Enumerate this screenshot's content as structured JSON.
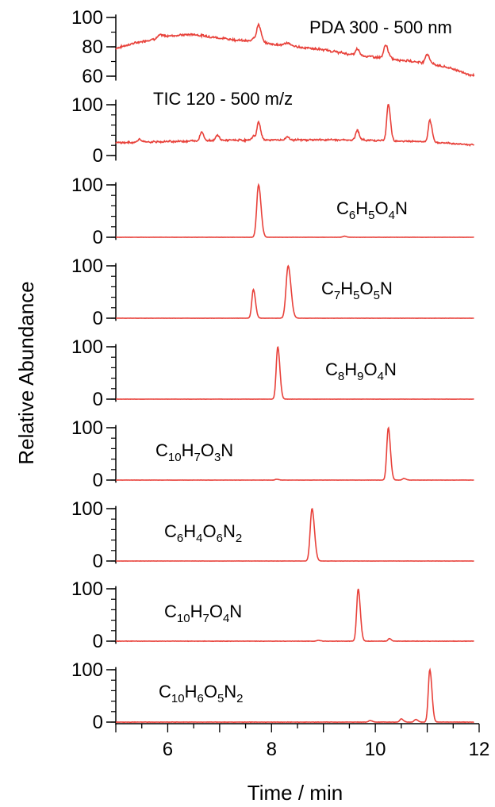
{
  "chart_data": {
    "type": "line",
    "ylabel": "Relative Abundance",
    "xlabel": "Time / min",
    "xlim": [
      5,
      12
    ],
    "x_ticks": [
      6,
      8,
      10,
      12
    ],
    "x_tick_labels": [
      "6",
      "8",
      "10",
      "12"
    ],
    "color": "#e8413a",
    "panels": [
      {
        "label": [
          {
            "t": "PDA 300 - 500 nm"
          }
        ],
        "ylim": [
          57,
          102
        ],
        "yticks": [
          60,
          80,
          100
        ],
        "ytick_labels": [
          "60",
          "80",
          "100"
        ],
        "baseline": 80,
        "noise": 0.7,
        "smooth": 1.0,
        "drift": [
          [
            5,
            79
          ],
          [
            5.3,
            82
          ],
          [
            6.0,
            87.5
          ],
          [
            6.5,
            88.5
          ],
          [
            7.0,
            86
          ],
          [
            7.5,
            84
          ],
          [
            8.0,
            82
          ],
          [
            8.5,
            80
          ],
          [
            9.0,
            78
          ],
          [
            9.5,
            75
          ],
          [
            10.0,
            73
          ],
          [
            10.5,
            71
          ],
          [
            11.0,
            69
          ],
          [
            11.5,
            65
          ],
          [
            11.9,
            60
          ]
        ],
        "peaks": [
          {
            "x": 7.75,
            "h": 12,
            "w": 0.035
          },
          {
            "x": 7.65,
            "h": 3,
            "w": 0.03
          },
          {
            "x": 9.65,
            "h": 4,
            "w": 0.03
          },
          {
            "x": 10.2,
            "h": 9,
            "w": 0.035
          },
          {
            "x": 11.0,
            "h": 6,
            "w": 0.035
          },
          {
            "x": 8.3,
            "h": 2,
            "w": 0.04
          },
          {
            "x": 5.85,
            "h": 1.5,
            "w": 0.04
          }
        ]
      },
      {
        "label": [
          {
            "t": "TIC 120 - 500 m/z"
          }
        ],
        "ylim": [
          -10,
          110
        ],
        "yticks": [
          0,
          100
        ],
        "ytick_labels": [
          "0",
          "100"
        ],
        "baseline": 28,
        "noise": 1.6,
        "smooth": 0.6,
        "drift": [
          [
            5,
            25
          ],
          [
            7,
            30
          ],
          [
            9,
            31
          ],
          [
            10,
            30
          ],
          [
            11,
            27
          ],
          [
            11.9,
            21
          ]
        ],
        "peaks": [
          {
            "x": 10.25,
            "h": 72,
            "w": 0.03
          },
          {
            "x": 11.05,
            "h": 42,
            "w": 0.03
          },
          {
            "x": 7.75,
            "h": 35,
            "w": 0.03
          },
          {
            "x": 6.65,
            "h": 18,
            "w": 0.03
          },
          {
            "x": 9.65,
            "h": 20,
            "w": 0.03
          },
          {
            "x": 6.95,
            "h": 10,
            "w": 0.03
          },
          {
            "x": 5.45,
            "h": 6,
            "w": 0.03
          },
          {
            "x": 7.65,
            "h": 8,
            "w": 0.03
          },
          {
            "x": 8.3,
            "h": 6,
            "w": 0.03
          }
        ]
      },
      {
        "label": [
          {
            "t": "C"
          },
          {
            "s": "6"
          },
          {
            "t": "H"
          },
          {
            "s": "5"
          },
          {
            "t": "O"
          },
          {
            "s": "4"
          },
          {
            "t": "N"
          }
        ],
        "ylim": [
          -5,
          105
        ],
        "yticks": [
          0,
          100
        ],
        "ytick_labels": [
          "0",
          "100"
        ],
        "baseline": 0,
        "noise": 0.2,
        "peaks": [
          {
            "x": 7.75,
            "h": 100,
            "w": 0.035
          },
          {
            "x": 9.4,
            "h": 2,
            "w": 0.03
          }
        ]
      },
      {
        "label": [
          {
            "t": "C"
          },
          {
            "s": "7"
          },
          {
            "t": "H"
          },
          {
            "s": "5"
          },
          {
            "t": "O"
          },
          {
            "s": "5"
          },
          {
            "t": "N"
          }
        ],
        "ylim": [
          -5,
          105
        ],
        "yticks": [
          0,
          100
        ],
        "ytick_labels": [
          "0",
          "100"
        ],
        "baseline": 0,
        "noise": 0.2,
        "peaks": [
          {
            "x": 7.65,
            "h": 55,
            "w": 0.03
          },
          {
            "x": 8.32,
            "h": 100,
            "w": 0.04
          }
        ]
      },
      {
        "label": [
          {
            "t": "C"
          },
          {
            "s": "8"
          },
          {
            "t": "H"
          },
          {
            "s": "9"
          },
          {
            "t": "O"
          },
          {
            "s": "4"
          },
          {
            "t": "N"
          }
        ],
        "ylim": [
          -5,
          105
        ],
        "yticks": [
          0,
          100
        ],
        "ytick_labels": [
          "0",
          "100"
        ],
        "baseline": 0,
        "noise": 0.2,
        "peaks": [
          {
            "x": 8.12,
            "h": 100,
            "w": 0.03
          }
        ]
      },
      {
        "label": [
          {
            "t": "C"
          },
          {
            "s": "10"
          },
          {
            "t": "H"
          },
          {
            "s": "7"
          },
          {
            "t": "O"
          },
          {
            "s": "3"
          },
          {
            "t": "N"
          }
        ],
        "ylim": [
          -5,
          105
        ],
        "yticks": [
          0,
          100
        ],
        "ytick_labels": [
          "0",
          "100"
        ],
        "baseline": 0,
        "noise": 0.2,
        "peaks": [
          {
            "x": 10.25,
            "h": 100,
            "w": 0.03
          },
          {
            "x": 10.55,
            "h": 3,
            "w": 0.03
          },
          {
            "x": 8.1,
            "h": 1.5,
            "w": 0.03
          }
        ]
      },
      {
        "label": [
          {
            "t": "C"
          },
          {
            "s": "6"
          },
          {
            "t": "H"
          },
          {
            "s": "4"
          },
          {
            "t": "O"
          },
          {
            "s": "6"
          },
          {
            "t": "N"
          },
          {
            "s": "2"
          }
        ],
        "ylim": [
          -5,
          105
        ],
        "yticks": [
          0,
          100
        ],
        "ytick_labels": [
          "0",
          "100"
        ],
        "baseline": 0,
        "noise": 0.2,
        "peaks": [
          {
            "x": 8.78,
            "h": 100,
            "w": 0.035
          }
        ]
      },
      {
        "label": [
          {
            "t": "C"
          },
          {
            "s": "10"
          },
          {
            "t": "H"
          },
          {
            "s": "7"
          },
          {
            "t": "O"
          },
          {
            "s": "4"
          },
          {
            "t": "N"
          }
        ],
        "ylim": [
          -5,
          105
        ],
        "yticks": [
          0,
          100
        ],
        "ytick_labels": [
          "0",
          "100"
        ],
        "baseline": 0,
        "noise": 0.3,
        "peaks": [
          {
            "x": 9.67,
            "h": 100,
            "w": 0.03
          },
          {
            "x": 10.27,
            "h": 5,
            "w": 0.025
          },
          {
            "x": 8.9,
            "h": 1.5,
            "w": 0.03
          }
        ]
      },
      {
        "label": [
          {
            "t": "C"
          },
          {
            "s": "10"
          },
          {
            "t": "H"
          },
          {
            "s": "6"
          },
          {
            "t": "O"
          },
          {
            "s": "5"
          },
          {
            "t": "N"
          },
          {
            "s": "2"
          }
        ],
        "ylim": [
          -5,
          105
        ],
        "yticks": [
          0,
          100
        ],
        "ytick_labels": [
          "0",
          "100"
        ],
        "baseline": 0,
        "noise": 0.3,
        "peaks": [
          {
            "x": 11.05,
            "h": 100,
            "w": 0.03
          },
          {
            "x": 10.5,
            "h": 6,
            "w": 0.03
          },
          {
            "x": 10.78,
            "h": 5,
            "w": 0.03
          },
          {
            "x": 9.9,
            "h": 3,
            "w": 0.03
          }
        ]
      }
    ]
  }
}
